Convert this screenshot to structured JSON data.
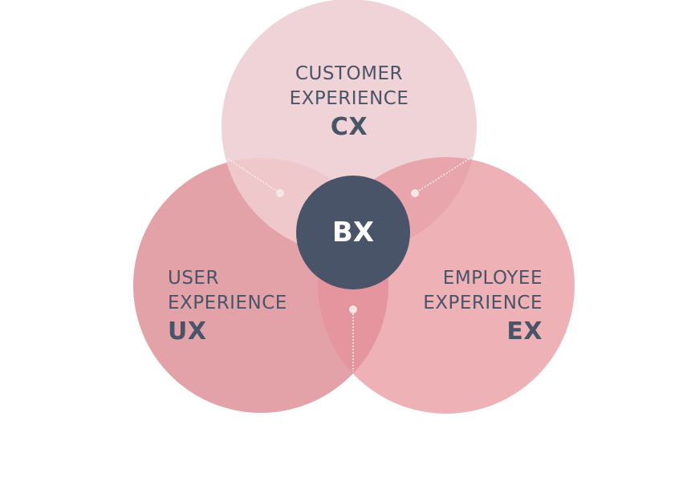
{
  "diagram": {
    "type": "venn",
    "center": {
      "abbr": "BX",
      "color": "#4a5468"
    },
    "sets": [
      {
        "id": "cx",
        "title_line1": "CUSTOMER",
        "title_line2": "EXPERIENCE",
        "abbr": "CX",
        "color": "#efd3d6"
      },
      {
        "id": "ux",
        "title_line1": "USER",
        "title_line2": "EXPERIENCE",
        "abbr": "UX",
        "color": "#e2a2a8"
      },
      {
        "id": "ex",
        "title_line1": "EMPLOYEE",
        "title_line2": "EXPERIENCE",
        "abbr": "EX",
        "color": "#edb1b6"
      }
    ],
    "text_color": "#4a5468",
    "connector_color": "#f4e6e8"
  }
}
